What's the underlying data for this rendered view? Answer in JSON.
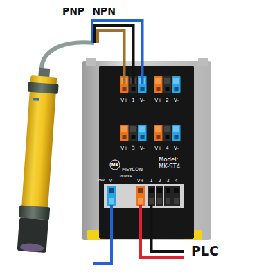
{
  "diagram": {
    "nodes": [
      {
        "text": [
          "MEYCON",
          "Model: MK-ST4"
        ]
      }
    ],
    "labels": [
      "PNP",
      "NPN",
      "V+",
      "1",
      "V-",
      "V+",
      "2",
      "V-",
      "V+",
      "3",
      "V-",
      "V+",
      "4",
      "V-",
      "MK",
      "POWER",
      "PNP",
      "V-",
      "V+",
      "1",
      "2",
      "3",
      "4",
      "PLC"
    ]
  }
}
